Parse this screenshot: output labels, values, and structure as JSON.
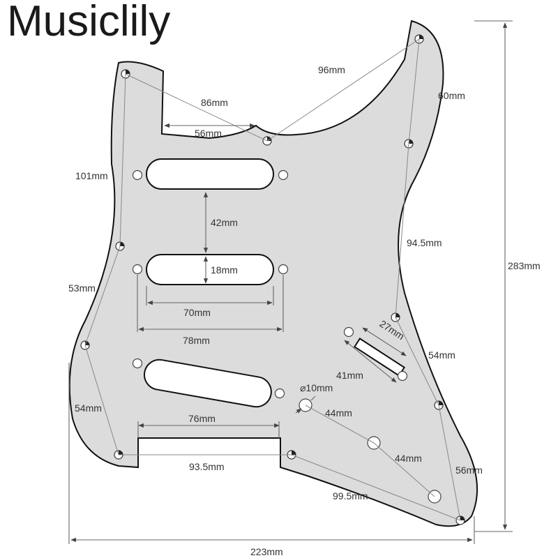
{
  "brand": "Musiclily",
  "colors": {
    "pickguard_fill": "#dcdcdc",
    "outline": "#111111",
    "dimension_line": "#7a7a7a",
    "text": "#333333",
    "background": "#ffffff"
  },
  "dimensions": {
    "d96": "96mm",
    "d60": "60mm",
    "d86": "86mm",
    "d56top": "56mm",
    "d101": "101mm",
    "d42": "42mm",
    "d18": "18mm",
    "d945": "94.5mm",
    "d283": "283mm",
    "d53": "53mm",
    "d70": "70mm",
    "d78": "78mm",
    "d27": "27mm",
    "d54right": "54mm",
    "d41": "41mm",
    "d10": "⌀10mm",
    "d44a": "44mm",
    "d54left": "54mm",
    "d76": "76mm",
    "d44b": "44mm",
    "d935": "93.5mm",
    "d56right": "56mm",
    "d995": "99.5mm",
    "d223": "223mm"
  }
}
